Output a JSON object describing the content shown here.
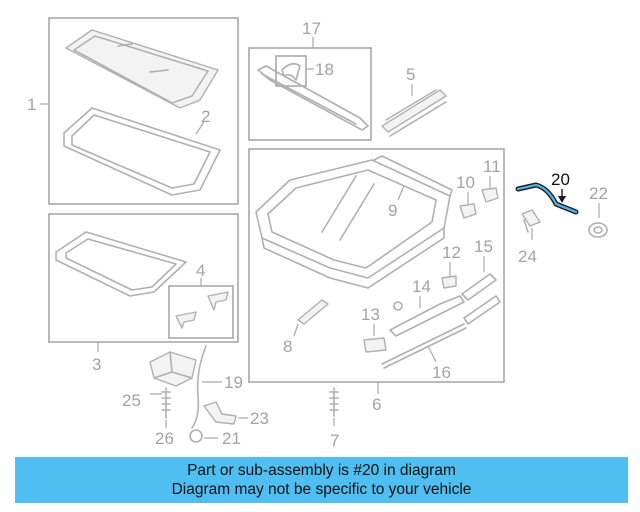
{
  "labels": {
    "c1": "1",
    "c2": "2",
    "c3": "3",
    "c4": "4",
    "c5": "5",
    "c6": "6",
    "c7": "7",
    "c8": "8",
    "c9": "9",
    "c10": "10",
    "c11": "11",
    "c12": "12",
    "c13": "13",
    "c14": "14",
    "c15": "15",
    "c16": "16",
    "c17": "17",
    "c18": "18",
    "c19": "19",
    "c20": "20",
    "c21": "21",
    "c22": "22",
    "c23": "23",
    "c24": "24",
    "c25": "25",
    "c26": "26"
  },
  "highlighted_part": "20",
  "colors": {
    "banner": "#4fbef0",
    "highlight": "#4fb0e6",
    "lines": "#a8a8a8"
  },
  "banner": {
    "line1": "Part or sub-assembly is #20 in diagram",
    "line2": "Diagram may not be specific to your vehicle"
  }
}
